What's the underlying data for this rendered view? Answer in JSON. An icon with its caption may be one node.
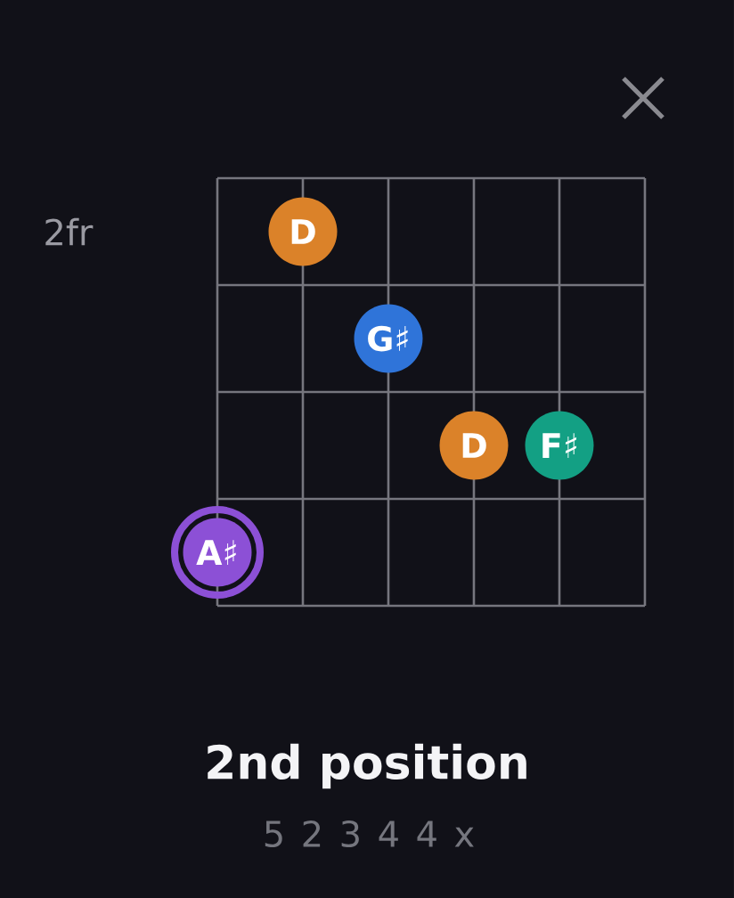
{
  "diagram": {
    "title": "2nd position",
    "nodes": [
      {
        "text": [
          "D"
        ]
      },
      {
        "text": [
          "G♯"
        ]
      },
      {
        "text": [
          "D"
        ]
      },
      {
        "text": [
          "F♯"
        ]
      },
      {
        "text": [
          "A♯"
        ]
      }
    ],
    "labels": [
      "2fr",
      "5 2 3 4 4 x"
    ]
  }
}
